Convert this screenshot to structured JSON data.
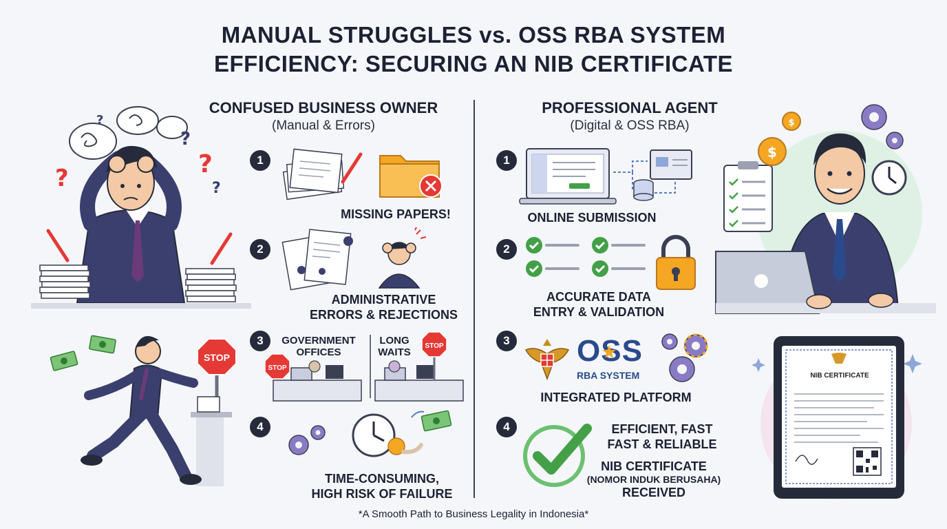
{
  "title": {
    "line1": "MANUAL STRUGGLES vs. OSS RBA SYSTEM",
    "line2": "EFFICIENCY: SECURING AN NIB CERTIFICATE"
  },
  "left": {
    "heading": "CONFUSED BUSINESS OWNER",
    "subheading": "(Manual & Errors)",
    "steps": [
      {
        "num": "1",
        "caption": "MISSING PAPERS!"
      },
      {
        "num": "2",
        "caption_line1": "ADMINISTRATIVE",
        "caption_line2": "ERRORS & REJECTIONS"
      },
      {
        "num": "3",
        "label_a_line1": "GOVERNMENT",
        "label_a_line2": "OFFICES",
        "label_b_line1": "LONG",
        "label_b_line2": "WAITS",
        "sign": "STOP"
      },
      {
        "num": "4",
        "caption_line1": "TIME-CONSUMING,",
        "caption_line2": "HIGH RISK OF FAILURE"
      }
    ],
    "stop_sign": "STOP"
  },
  "right": {
    "heading": "PROFESSIONAL AGENT",
    "subheading": "(Digital & OSS RBA)",
    "steps": [
      {
        "num": "1",
        "caption": "ONLINE SUBMISSION"
      },
      {
        "num": "2",
        "caption_line1": "ACCURATE DATA",
        "caption_line2": "ENTRY & VALIDATION"
      },
      {
        "num": "3",
        "logo_word": "OSS",
        "logo_sub": "RBA SYSTEM",
        "caption": "INTEGRATED PLATFORM"
      },
      {
        "num": "4",
        "caption_line1": "EFFICIENT, FAST",
        "caption_line2": "FAST & RELIABLE",
        "cert_line1": "NIB CERTIFICATE",
        "cert_line2": "(NOMOR INDUK BERUSAHA)",
        "cert_line3": "RECEIVED"
      }
    ],
    "certificate_title": "NIB CERTIFICATE"
  },
  "footnote": "*A Smooth Path to Business Legality in Indonesia*",
  "colors": {
    "dark": "#262b3b",
    "suit": "#3b3f6e",
    "green": "#43a047",
    "red": "#e53935",
    "gold": "#f5a623",
    "oss_blue": "#2a4a8c"
  }
}
